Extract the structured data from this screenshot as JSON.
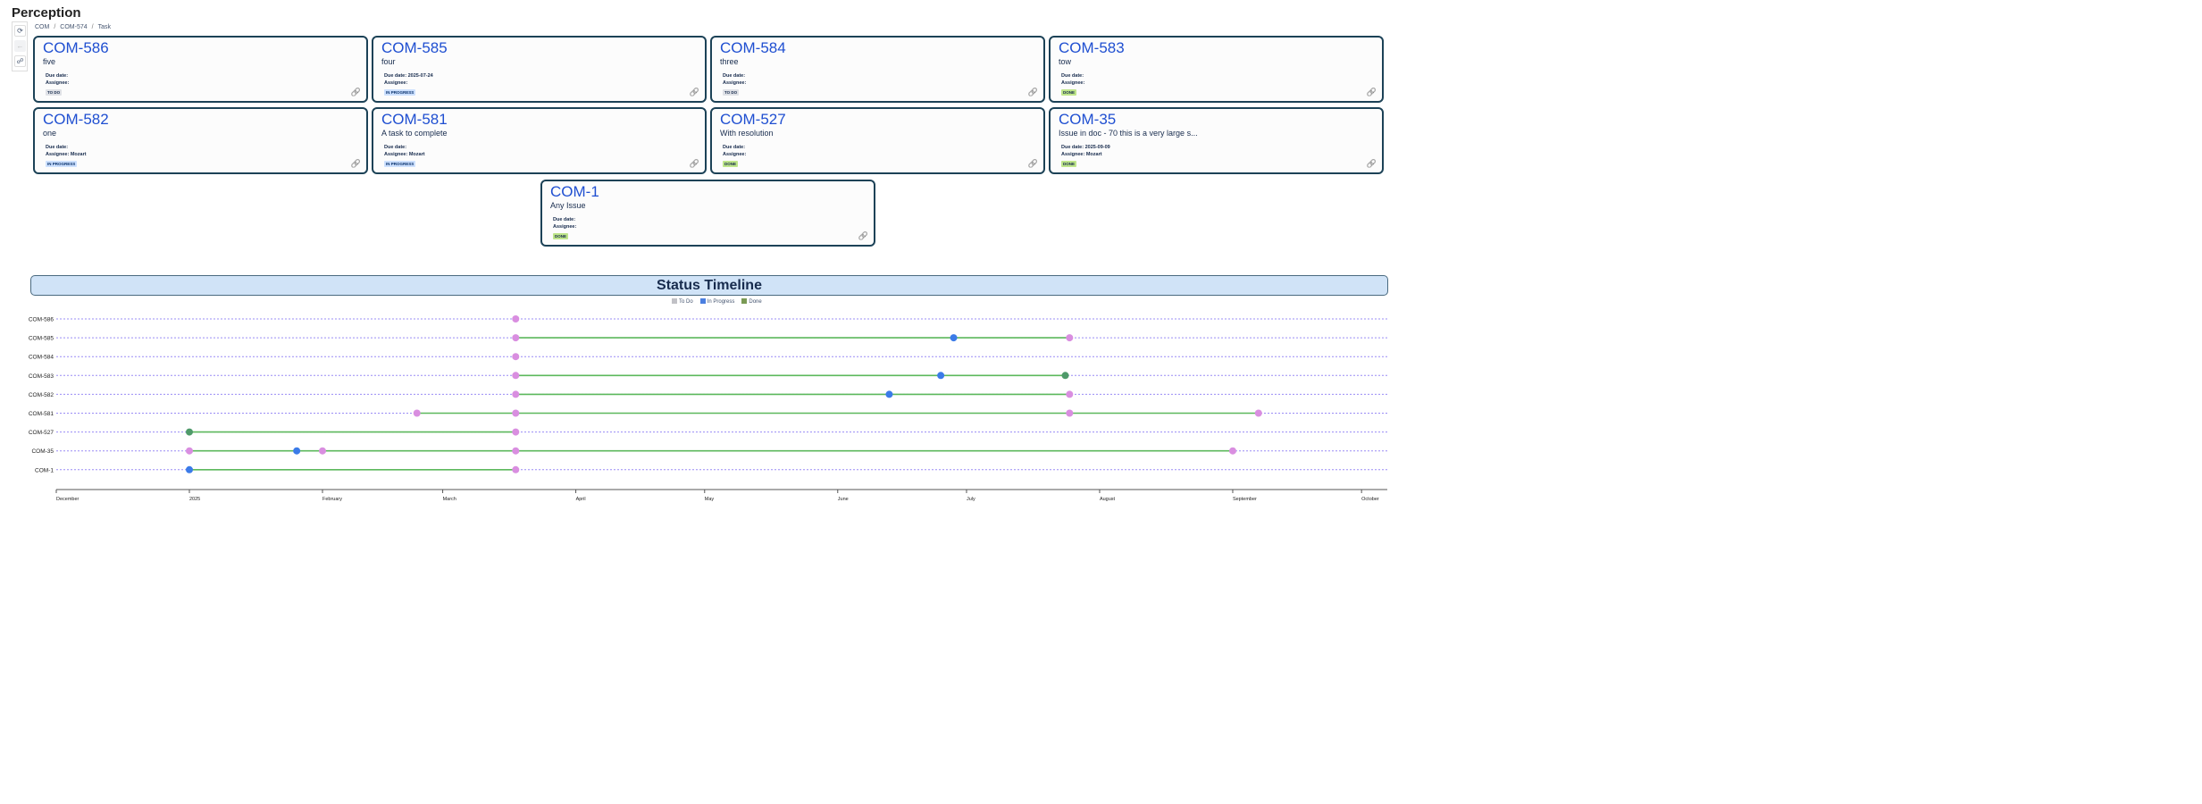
{
  "app_title": "Perception",
  "toolbar": {
    "icons": [
      "refresh-icon",
      "back-arrow-icon",
      "people-icon"
    ]
  },
  "breadcrumb": [
    "COM",
    "COM-574",
    "Task"
  ],
  "labels": {
    "due": "Due date:",
    "assignee": "Assignee:"
  },
  "cards": [
    {
      "key": "COM-586",
      "summary": "five",
      "due": "",
      "assignee": "",
      "status": "TO DO",
      "cls": "todo"
    },
    {
      "key": "COM-585",
      "summary": "four",
      "due": "2025-07-24",
      "assignee": "",
      "status": "IN PROGRESS",
      "cls": "inprogress"
    },
    {
      "key": "COM-584",
      "summary": "three",
      "due": "",
      "assignee": "",
      "status": "TO DO",
      "cls": "todo"
    },
    {
      "key": "COM-583",
      "summary": "tow",
      "due": "",
      "assignee": "",
      "status": "DONE",
      "cls": "done"
    },
    {
      "key": "COM-582",
      "summary": "one",
      "due": "",
      "assignee": "Mozart",
      "status": "IN PROGRESS",
      "cls": "inprogress"
    },
    {
      "key": "COM-581",
      "summary": "A task to complete",
      "due": "",
      "assignee": "Mozart",
      "status": "IN PROGRESS",
      "cls": "inprogress"
    },
    {
      "key": "COM-527",
      "summary": "With resolution",
      "due": "",
      "assignee": "",
      "status": "DONE",
      "cls": "done"
    },
    {
      "key": "COM-35",
      "summary": "Issue in doc - 70 this is a very large s...",
      "due": "2025-09-09",
      "assignee": "Mozart",
      "status": "DONE",
      "cls": "done"
    },
    {
      "key": "COM-1",
      "summary": "Any Issue",
      "due": "",
      "assignee": "",
      "status": "DONE",
      "cls": "done"
    }
  ],
  "timeline": {
    "title": "Status Timeline",
    "legend": [
      {
        "label": "To Do",
        "color": "#c1c1c6"
      },
      {
        "label": "In Progress",
        "color": "#4a7fe0"
      },
      {
        "label": "Done",
        "color": "#7a9a55"
      }
    ],
    "colors": {
      "other": "#d98ee0",
      "inprogress": "#3b7be8",
      "done": "#4f9a6a",
      "line": "#5cb85c",
      "guide": "#9a8cf5"
    },
    "start": "2024-12-01",
    "end": "2025-10-07",
    "ticks": [
      {
        "date": "2024-12-01",
        "label": "December"
      },
      {
        "date": "2025-01-01",
        "label": "2025"
      },
      {
        "date": "2025-02-01",
        "label": "February"
      },
      {
        "date": "2025-03-01",
        "label": "March"
      },
      {
        "date": "2025-04-01",
        "label": "April"
      },
      {
        "date": "2025-05-01",
        "label": "May"
      },
      {
        "date": "2025-06-01",
        "label": "June"
      },
      {
        "date": "2025-07-01",
        "label": "July"
      },
      {
        "date": "2025-08-01",
        "label": "August"
      },
      {
        "date": "2025-09-01",
        "label": "September"
      },
      {
        "date": "2025-10-01",
        "label": "October"
      }
    ],
    "rows": [
      {
        "key": "COM-586",
        "events": [
          [
            "2025-03-18",
            "other"
          ]
        ]
      },
      {
        "key": "COM-585",
        "events": [
          [
            "2025-03-18",
            "other"
          ],
          [
            "2025-06-28",
            "inprogress"
          ],
          [
            "2025-07-25",
            "other"
          ]
        ]
      },
      {
        "key": "COM-584",
        "events": [
          [
            "2025-03-18",
            "other"
          ]
        ]
      },
      {
        "key": "COM-583",
        "events": [
          [
            "2025-03-18",
            "other"
          ],
          [
            "2025-06-25",
            "inprogress"
          ],
          [
            "2025-07-24",
            "done"
          ]
        ]
      },
      {
        "key": "COM-582",
        "events": [
          [
            "2025-03-18",
            "other"
          ],
          [
            "2025-06-13",
            "inprogress"
          ],
          [
            "2025-07-25",
            "other"
          ]
        ]
      },
      {
        "key": "COM-581",
        "events": [
          [
            "2025-02-23",
            "other"
          ],
          [
            "2025-03-18",
            "other"
          ],
          [
            "2025-07-25",
            "other"
          ],
          [
            "2025-09-07",
            "other"
          ]
        ]
      },
      {
        "key": "COM-527",
        "events": [
          [
            "2025-01-01",
            "done"
          ],
          [
            "2025-03-18",
            "other"
          ]
        ]
      },
      {
        "key": "COM-35",
        "events": [
          [
            "2025-01-01",
            "other"
          ],
          [
            "2025-01-26",
            "inprogress"
          ],
          [
            "2025-02-01",
            "other"
          ],
          [
            "2025-03-18",
            "other"
          ],
          [
            "2025-09-01",
            "other"
          ]
        ]
      },
      {
        "key": "COM-1",
        "events": [
          [
            "2025-01-01",
            "inprogress"
          ],
          [
            "2025-03-18",
            "other"
          ]
        ]
      }
    ]
  }
}
